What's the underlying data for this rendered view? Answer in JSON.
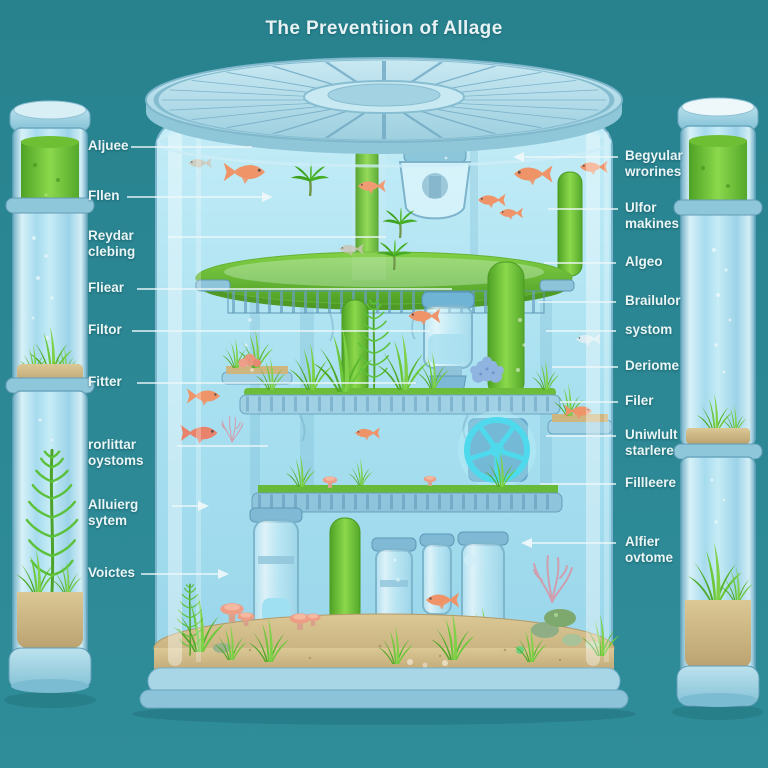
{
  "title": "The Preventiion of Allage",
  "labels": {
    "left": [
      "Aljuee",
      "Fllen",
      "Reydar clebing",
      "Fliear",
      "Filtor",
      "Fitter",
      "rorlittar oystoms",
      "Alluierg sytem",
      "Voictes"
    ],
    "right": [
      "Begyular wrorines",
      "Ulfor makines",
      "Algeo",
      "Brailulor",
      "systom",
      "Deriome",
      "Filer",
      "Uniwlult starlere",
      "Fillleere",
      "Alfier ovtome"
    ]
  },
  "colors": {
    "background": "#2b8793",
    "label_text": "#eaf5f6",
    "callout_line": "#eef8fa",
    "glass": "#a9dcee",
    "water": "#aee2f1",
    "lid": "#b3dde9",
    "algae_green": "#64bd34",
    "sand": "#cdb882",
    "fish_orange": "#ef9368",
    "coral_salmon": "#ec9f86",
    "coral_blue": "#8fb4e0",
    "glow_cyan": "#4fd9ec"
  },
  "scene": {
    "description": "Cross-section illustration of a large cylindrical aquarium with a radial fan lid, three algae-covered tiers holding filter canisters, orange fish, aquatic plants, corals and a sandy pedestal base; two stacked cylindrical sample tubes flank each side (green algae on top, clear water with grass and sand below).",
    "side_tube_contents": [
      "green algae",
      "clear water with bubbles",
      "grass and sand"
    ]
  }
}
